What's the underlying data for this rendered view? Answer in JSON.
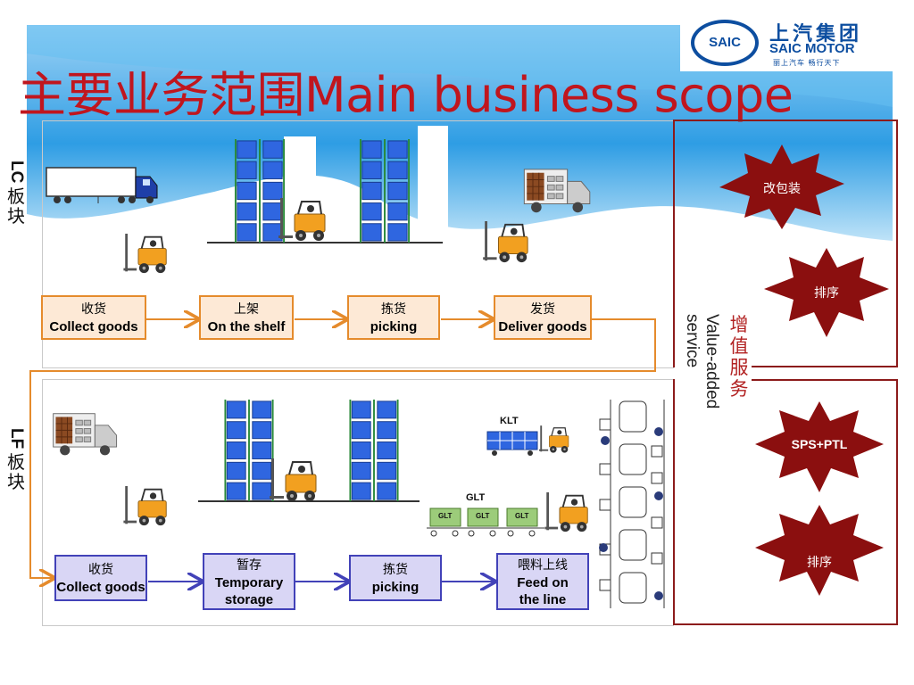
{
  "title": "主要业务范围Main business scope",
  "logo": {
    "badge": "SAIC",
    "cn": "上汽集团",
    "en": "SAIC MOTOR",
    "slogan": "丽上汽车 畅行天下"
  },
  "lc_section": {
    "label_en": "LC",
    "label_cn": "板块",
    "steps": [
      {
        "cn": "收货",
        "en": "Collect goods"
      },
      {
        "cn": "上架",
        "en": "On the shelf"
      },
      {
        "cn": "拣货",
        "en": "picking"
      },
      {
        "cn": "发货",
        "en": "Deliver goods"
      }
    ]
  },
  "lf_section": {
    "label_en": "LF",
    "label_cn": "板块",
    "steps": [
      {
        "cn": "收货",
        "en": "Collect goods"
      },
      {
        "cn": "暂存",
        "en": "Temporary storage"
      },
      {
        "cn": "拣货",
        "en": "picking"
      },
      {
        "cn": "喂料上线",
        "en": "Feed on the line"
      }
    ],
    "tags": {
      "klt": "KLT",
      "glt": "GLT",
      "glt_box": "GLT"
    }
  },
  "value_added": {
    "cn": "增值服务",
    "en": "Value-added service",
    "stars": [
      "改包装",
      "排序",
      "SPS+PTL",
      "排序"
    ]
  },
  "colors": {
    "title": "#c0161e",
    "lc_border": "#e58b2c",
    "lf_border": "#4242b8",
    "star_fill": "#8b0f0f",
    "vas_frame": "#8c1b1b",
    "sky": "#2e9de4"
  }
}
